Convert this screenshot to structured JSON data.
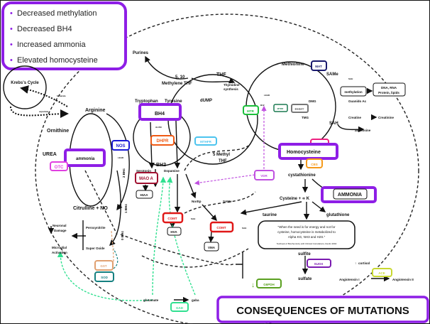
{
  "title": "CONSEQUENCES OF MUTATIONS",
  "summary_items": [
    "Decreased methylation",
    "Decreased BH4",
    "Increased ammonia",
    "Elevated homocysteine"
  ],
  "colors": {
    "purple": "#8e1ee6",
    "otc": "#e040e0",
    "nos": "#1a1ad6",
    "dhpr": "#f05a14",
    "mthfr": "#4cc4ee",
    "mtr": "#1bbf3a",
    "mtrr": "#1a7a50",
    "bhmt": "#777777",
    "mat": "#1a1a6e",
    "cbs": "#f59a1a",
    "vdr": "#c050e0",
    "maoa": "#a01030",
    "comt": "#e01818",
    "gst": "#e0a070",
    "sod": "#158080",
    "suox": "#7a1ab0",
    "g6pdh": "#5aa020",
    "ace": "#c8d830",
    "gad": "#30e090",
    "pink": "#ee2080"
  },
  "nodes": {
    "krebs": "Krebs's Cycle",
    "fumarate": "fumarate",
    "aspartate": "aspartate",
    "arginine": "Arginine",
    "ornithine": "Ornithine",
    "urea": "UREA",
    "ammonia": "ammonia",
    "otc": "OTC",
    "nos": "NOS",
    "lead1": "LEAD",
    "citrulline": "Citrulline + NO",
    "purines": "Purines",
    "methylene_thf_1": "5, 10",
    "methylene_thf_2": "Methylene THF",
    "thf": "THF",
    "thymidine_1": "Thymidine",
    "thymidine_2": "synthesis",
    "dump": "dUMP",
    "tryptophan": "Tryptophan",
    "tyrosine": "Tyrosine",
    "bh4": "BH4",
    "alum": "ALUM",
    "dhpr": "DHPR",
    "bh2": "BH2",
    "mthfr": "MTHFR",
    "methyl_thf_1": "5 Methyl",
    "methyl_thf_2": "THF",
    "mtr": "MTR",
    "lead2": "LEAD",
    "b12": "B12",
    "mtrr": "MTRR",
    "bhmt": "BHMT",
    "dmg": "DMG",
    "tmg": "TMG",
    "methionine": "Methionine",
    "mat": "MAT",
    "same": "SAMe",
    "sah1": "SAH",
    "methylation": "methylation",
    "dna_1": "DNA, RNA",
    "dna_2": "Protein, lipids",
    "guanido": "Guanido Ac",
    "creatine": "Creatine",
    "creatinine": "Creatinine",
    "sah2": "SAH",
    "adenosine": "adenosine",
    "homocysteine": "Homocysteine",
    "cbs": "CBS",
    "cystathionine": "cystathionine",
    "vdr": "VDR",
    "ammonia_big": "AMMONIA",
    "cysteine": "Cysteine + ∝ K",
    "taurine": "taurine",
    "glutathione": "glutathione",
    "quote": [
      "\"When the need is for energy and not for",
      "cysteine, homocysteine is metabolized to",
      "Alpha KG, NH3 and H2S.\""
    ],
    "citation": "Textbook of Biochemistry with Clinical Correlations, Devlin 2002",
    "sulfite": "sulfite",
    "suox": "SUOX",
    "sulfate": "sulfate",
    "g6pdh": "G6PDH",
    "cortisol": "cortisol",
    "ace": "ACE",
    "angiotensin1": "Angiotensin I",
    "angiotensin2": "Angiotensin II",
    "serotonin": "Serotonin",
    "dopamine": "Dopamine",
    "maoa": "MAO A",
    "hiaa": "HIAA",
    "norep": "NorEp",
    "same2": "SAMe",
    "comt": "COMT",
    "sah3": "SAH",
    "hva": "HVA",
    "vma": "VMA",
    "bh4_2": "2 BH4",
    "bh4_1": "1 BH4",
    "bh4_0": "0 BH4",
    "neuronal_1": "Neuronal",
    "neuronal_2": "Damage",
    "microglial_1": "Microglial",
    "microglial_2": "Activation",
    "peroxynitrite": "Peroxynitrite",
    "superoxide": "Super Oxide",
    "gst": "GST",
    "sod": "SOD",
    "glutamate": "glutamate",
    "gaba": "gaba",
    "gad": "GAD"
  }
}
